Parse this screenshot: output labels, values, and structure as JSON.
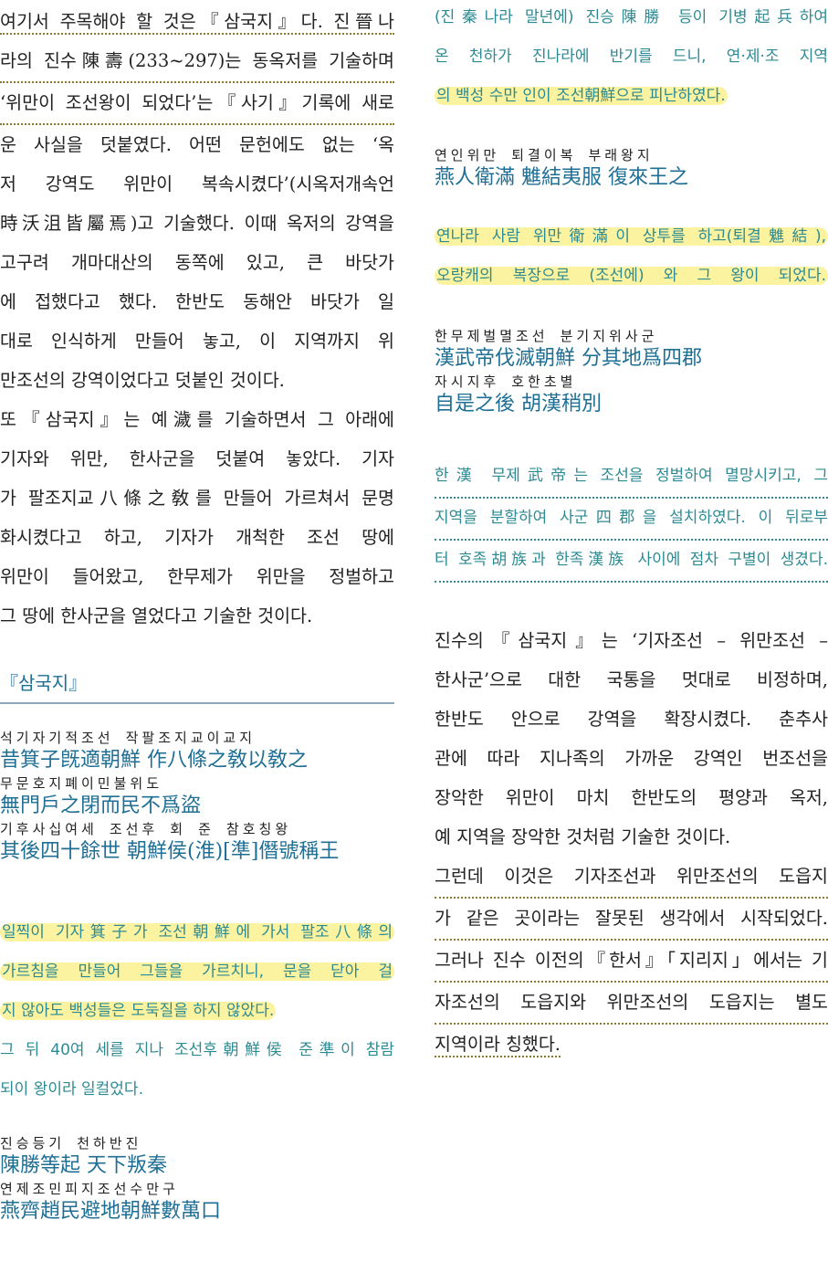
{
  "left": {
    "intro_lines": [
      "여기서 주목해야 할 것은『삼국지』다. 진晉나",
      "라의 진수陳壽(233~297)는 동옥저를 기술하며",
      "‘위만이 조선왕이 되었다’는『사기』기록에 새로",
      "운 사실을 덧붙였다. 어떤 문헌에도 없는 ‘옥",
      "저 강역도 위만이 복속시켰다’(시옥저개속언",
      "時沃沮皆屬焉)고 기술했다. 이때 옥저의 강역을",
      "고구려 개마대산의 동쪽에 있고, 큰 바닷가",
      "에 접했다고 했다. 한반도 동해안 바닷가 일",
      "대로 인식하게 만들어 놓고, 이 지역까지 위",
      "만조선의 강역이었다고 덧붙인 것이다.",
      "또『삼국지』는 예濊를 기술하면서 그 아래에",
      "기자와 위만, 한사군을 덧붙여 놓았다. 기자",
      "가 팔조지교八條之敎를 만들어 가르쳐서 문명",
      "화시켰다고 하고, 기자가 개척한 조선 땅에",
      "위만이 들어왔고, 한무제가 위만을 정벌하고",
      "그 땅에 한사군을 열었다고 기술한 것이다."
    ],
    "section_title": "『삼국지』",
    "quote1": [
      {
        "ruby": "석기자기적조선 작팔조지교이교지",
        "hanja": "昔箕子旣適朝鮮 作八條之敎以敎之"
      },
      {
        "ruby": "무문호지폐이민불위도",
        "hanja": "無門戶之閉而民不爲盜"
      },
      {
        "ruby": "기후사십여세 조선후 회  준 참호칭왕",
        "hanja": "其後四十餘世 朝鮮侯(淮)[準]僭號稱王"
      }
    ],
    "trans1": [
      "일찍이 기자箕子가 조선朝鮮에 가서 팔조八條의",
      "가르침을 만들어 그들을 가르치니, 문을 닫아 걸",
      "지 않아도 백성들은 도둑질을 하지 않았다.",
      "그 뒤 40여 세를 지나 조선후朝鮮侯 준準이 참람",
      "되이 왕이라 일컬었다."
    ],
    "quote2": [
      {
        "ruby": "진승등기 천하반진",
        "hanja": "陳勝等起 天下叛秦"
      },
      {
        "ruby": "연제조민피지조선수만구",
        "hanja": "燕齊趙民避地朝鮮數萬口"
      }
    ]
  },
  "right": {
    "trans2": [
      "(진秦나라 말년에) 진승陳勝 등이 기병起兵하여",
      "온 천하가 진나라에 반기를 드니, 연·제·조 지역",
      "의 백성 수만 인이 조선朝鮮으로 피난하였다."
    ],
    "quote3": [
      {
        "ruby": "연인위만 퇴결이복 부래왕지",
        "hanja": "燕人衛滿 魋結夷服 復來王之"
      }
    ],
    "trans3": [
      "연나라 사람 위만衛滿이 상투를 하고(퇴결魋結),",
      "오랑캐의 복장으로 (조선에) 와 그 왕이 되었다."
    ],
    "quote4": [
      {
        "ruby": "한무제벌멸조선 분기지위사군",
        "hanja": "漢武帝伐滅朝鮮 分其地爲四郡"
      },
      {
        "ruby": "자시지후 호한초별",
        "hanja": "自是之後 胡漢稍別"
      }
    ],
    "trans4": [
      "한漢 무제武帝는 조선을 정벌하여 멸망시키고, 그",
      "지역을 분할하여 사군四郡을 설치하였다. 이 뒤로부",
      "터 호족胡族과 한족漢族 사이에 점차 구별이 생겼다."
    ],
    "body_lines": [
      "진수의『삼국지』는 ‘기자조선 – 위만조선 –",
      "한사군’으로 대한 국통을 멋대로 비정하며,",
      "한반도 안으로 강역을 확장시켰다. 춘추사",
      "관에 따라 지나족의 가까운 강역인 번조선을",
      "장악한 위만이 마치 한반도의 평양과 옥저,",
      "예 지역을 장악한 것처럼 기술한 것이다.",
      "그런데 이것은 기자조선과 위만조선의 도읍지",
      "가 같은 곳이라는 잘못된 생각에서 시작되었다.",
      "그러나 진수 이전의『한서』「지리지」에서는 기",
      "자조선의 도읍지와 위만조선의 도읍지는 별도",
      "지역이라 칭했다."
    ]
  }
}
